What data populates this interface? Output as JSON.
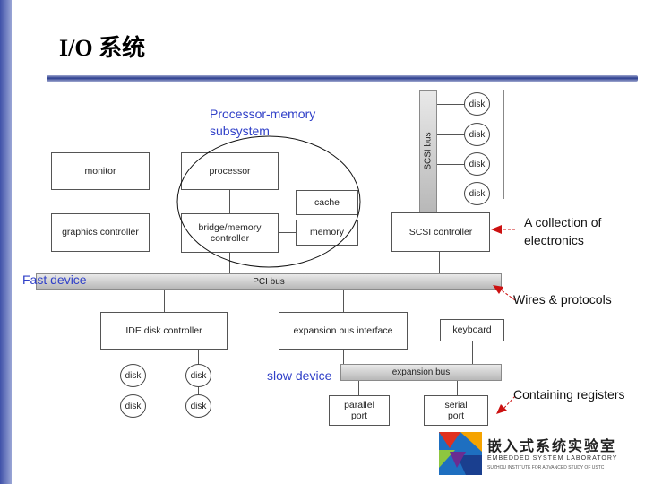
{
  "slide": {
    "title": "I/O 系统"
  },
  "diagram": {
    "labels": {
      "processor_memory": "Processor-memory subsystem",
      "fast_device": "Fast device",
      "slow_device": "slow device"
    },
    "boxes": {
      "monitor": "monitor",
      "processor": "processor",
      "cache": "cache",
      "graphics_controller": "graphics controller",
      "bridge_memory_controller": "bridge/memory controller",
      "memory": "memory",
      "scsi_controller": "SCSI controller",
      "ide_disk_controller": "IDE disk controller",
      "expansion_bus_interface": "expansion bus interface",
      "keyboard": "keyboard",
      "parallel_port": "parallel port",
      "serial_port": "serial port"
    },
    "buses": {
      "pci": "PCI bus",
      "scsi": "SCSI bus",
      "expansion": "expansion bus"
    },
    "disk_label": "disk",
    "annotations": {
      "collection": "A collection of electronics",
      "wires": "Wires & protocols",
      "registers": "Containing registers"
    }
  },
  "lab": {
    "name_cn": "嵌入式系统实验室",
    "name_en": "EMBEDDED SYSTEM LABORATORY",
    "subtitle_en": "SUZHOU INSTITUTE FOR ADVANCED STUDY OF USTC"
  }
}
